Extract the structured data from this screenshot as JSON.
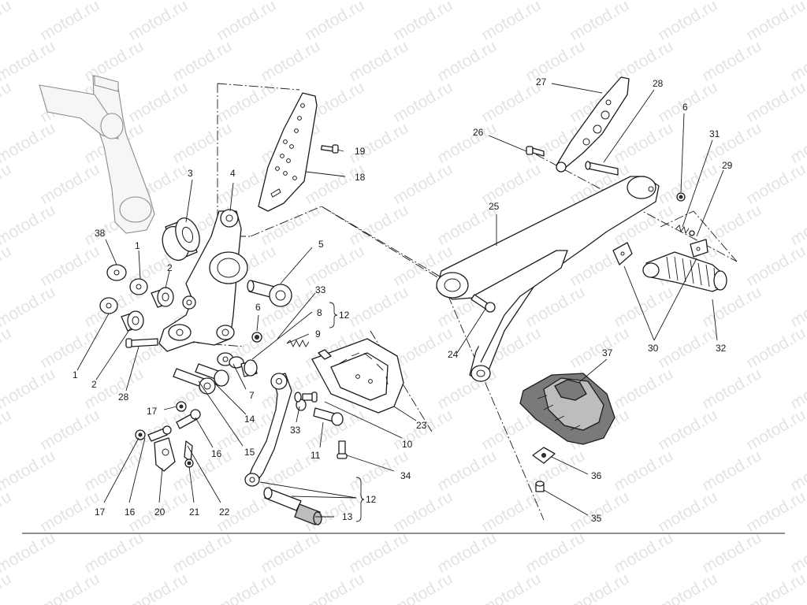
{
  "watermark": {
    "text": "motod.ru"
  },
  "callouts": {
    "c1a": "1",
    "c1b": "1",
    "c2a": "2",
    "c2b": "2",
    "c3": "3",
    "c4": "4",
    "c5": "5",
    "c6a": "6",
    "c6b": "6",
    "c7": "7",
    "c8": "8",
    "c9": "9",
    "c10": "10",
    "c11": "11",
    "c12a": "12",
    "c12b": "12",
    "c13": "13",
    "c14": "14",
    "c15": "15",
    "c16a": "16",
    "c16b": "16",
    "c17a": "17",
    "c17b": "17",
    "c18": "18",
    "c19": "19",
    "c20": "20",
    "c21": "21",
    "c22": "22",
    "c23": "23",
    "c24": "24",
    "c25": "25",
    "c26": "26",
    "c27": "27",
    "c28a": "28",
    "c28b": "28",
    "c29": "29",
    "c30": "30",
    "c31": "31",
    "c32": "32",
    "c33a": "33",
    "c33b": "33",
    "c34": "34",
    "c35": "35",
    "c36": "36",
    "c37": "37",
    "c38": "38"
  }
}
